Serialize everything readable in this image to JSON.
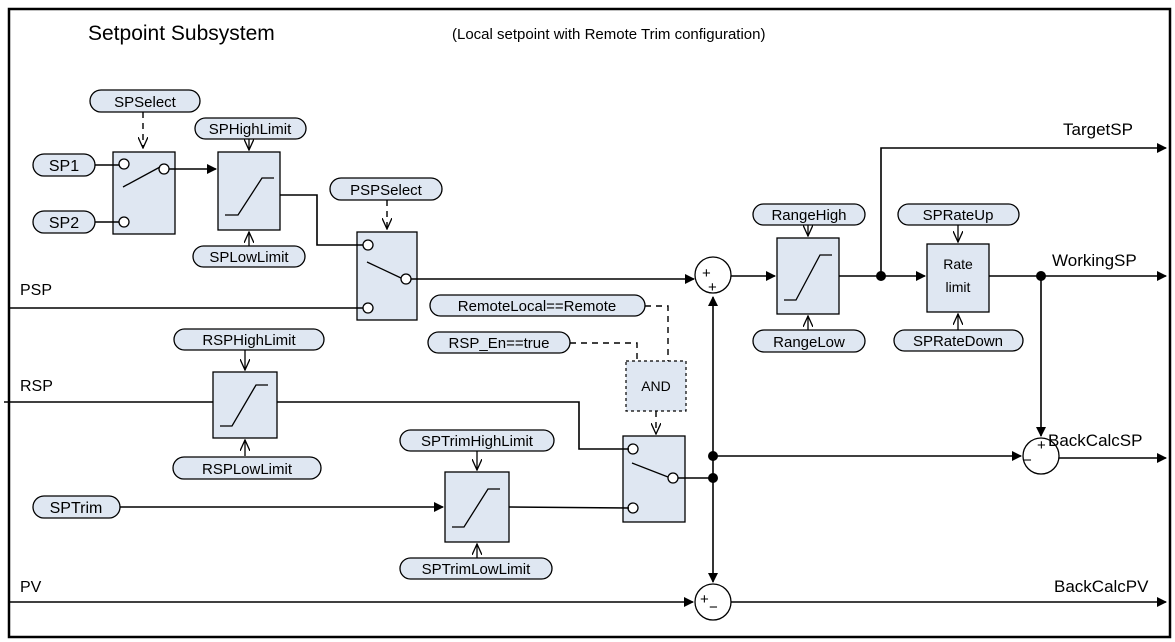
{
  "title": "Setpoint Subsystem",
  "subtitle": "(Local setpoint with Remote Trim configuration)",
  "params": {
    "sp_select": "SPSelect",
    "sp1": "SP1",
    "sp2": "SP2",
    "sp_high_limit": "SPHighLimit",
    "sp_low_limit": "SPLowLimit",
    "psp_select": "PSPSelect",
    "remote_local": "RemoteLocal==Remote",
    "rsp_en": "RSP_En==true",
    "rsp_high_limit": "RSPHighLimit",
    "rsp_low_limit": "RSPLowLimit",
    "sp_trim": "SPTrim",
    "sp_trim_high_limit": "SPTrimHighLimit",
    "sp_trim_low_limit": "SPTrimLowLimit",
    "range_high": "RangeHigh",
    "range_low": "RangeLow",
    "sp_rate_up": "SPRateUp",
    "sp_rate_down": "SPRateDown"
  },
  "inputs": {
    "psp": "PSP",
    "rsp": "RSP",
    "pv": "PV"
  },
  "blocks": {
    "and_gate": "AND",
    "rate_limit_line1": "Rate",
    "rate_limit_line2": "limit"
  },
  "outputs": {
    "target_sp": "TargetSP",
    "working_sp": "WorkingSP",
    "back_calc_sp": "BackCalcSP",
    "back_calc_pv": "BackCalcPV"
  },
  "signs": {
    "plus": "+",
    "minus": "−"
  }
}
